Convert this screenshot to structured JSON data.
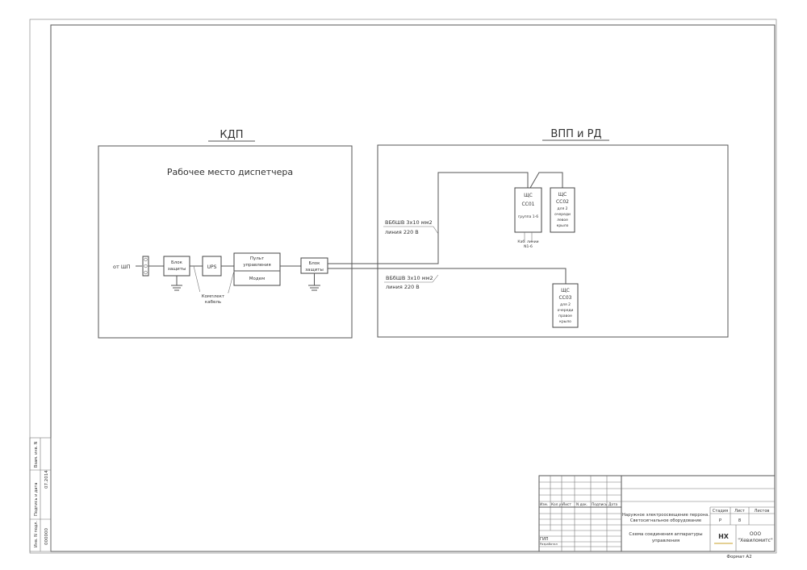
{
  "kdp_title": "КДП",
  "vpp_title": "ВПП и РД",
  "workplace_title": "Рабочее место диспетчера",
  "from_label": "от ШП",
  "block_protect_1": [
    "Блок",
    "защиты"
  ],
  "ups_label": "UPS",
  "console_label": [
    "Пульт",
    "управления"
  ],
  "modem_label": "Модем",
  "block_protect_2": [
    "Блок",
    "защиты"
  ],
  "kit_cable_label": [
    "Комплект",
    "кабель"
  ],
  "cable1_label": "ВБбШВ 3х10 мм2",
  "cable1_line": "линия 220 В",
  "cable2_label": "ВБбШВ 3х10 мм2",
  "cable2_line": "линия 220 В",
  "shs1": [
    "ЩС",
    "СС01",
    "группа 1-6"
  ],
  "shs1_note": [
    "Каб. линии",
    "N1-6"
  ],
  "shs2": [
    "ЩС",
    "СС02",
    "для 2",
    "очереди",
    "левое",
    "крыло"
  ],
  "shs3": [
    "ЩС",
    "СС03",
    "для 2",
    "очереди",
    "правое",
    "крыло"
  ],
  "side_stamp": {
    "inv_sub": "Инв. N подл.",
    "sign_date": "Подпись и дата",
    "vzam": "Взам. инв. N",
    "inv_value": "000000",
    "date_value": "07.2014"
  },
  "title_block": {
    "headers": [
      "Изм.",
      "Кол.уч",
      "Лист",
      "N док.",
      "Подпись",
      "Дата"
    ],
    "gip": "ГИП",
    "razrab": "Разработал",
    "project": [
      "Наружное электроосвещение перрона.",
      "Светосигнальное оборудование"
    ],
    "drawing": [
      "Схема соединения аппаратуры",
      "управления"
    ],
    "stage_hdr": "Стадия",
    "sheet_hdr": "Лист",
    "sheets_hdr": "Листов",
    "stage": "Р",
    "sheet": "8",
    "org": [
      "ООО",
      "\"Хевиломитс\""
    ],
    "logo": "НХ",
    "format": "Формат А2"
  }
}
